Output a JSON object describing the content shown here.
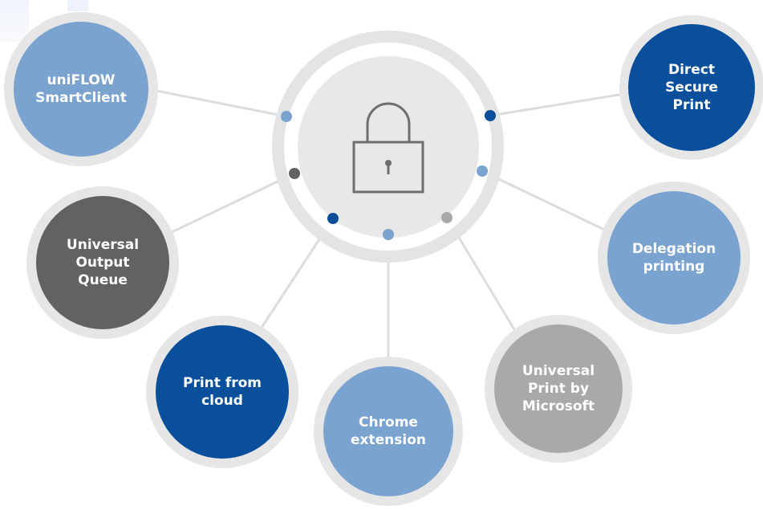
{
  "diagram": {
    "hub": {
      "icon": "padlock-icon"
    },
    "colors": {
      "dark_blue": "#0a4f9c",
      "light_blue": "#7aa3cf",
      "dark_gray": "#626262",
      "light_gray": "#a9a9a9",
      "ring_gray": "#e6e6e6",
      "line_gray": "#d9d9d9"
    },
    "nodes": [
      {
        "id": "uniflow-smartclient",
        "label": "uniFLOW\nSmartClient",
        "color": "#7aa3cf"
      },
      {
        "id": "direct-secure-print",
        "label": "Direct\nSecure\nPrint",
        "color": "#0a4f9c"
      },
      {
        "id": "universal-output-queue",
        "label": "Universal\nOutput\nQueue",
        "color": "#626262"
      },
      {
        "id": "delegation-printing",
        "label": "Delegation\nprinting",
        "color": "#7aa3cf"
      },
      {
        "id": "print-from-cloud",
        "label": "Print from\ncloud",
        "color": "#0a4f9c"
      },
      {
        "id": "chrome-extension",
        "label": "Chrome\nextension",
        "color": "#7aa3cf"
      },
      {
        "id": "universal-print-by-microsoft",
        "label": "Universal\nPrint by\nMicrosoft",
        "color": "#a9a9a9"
      }
    ]
  }
}
